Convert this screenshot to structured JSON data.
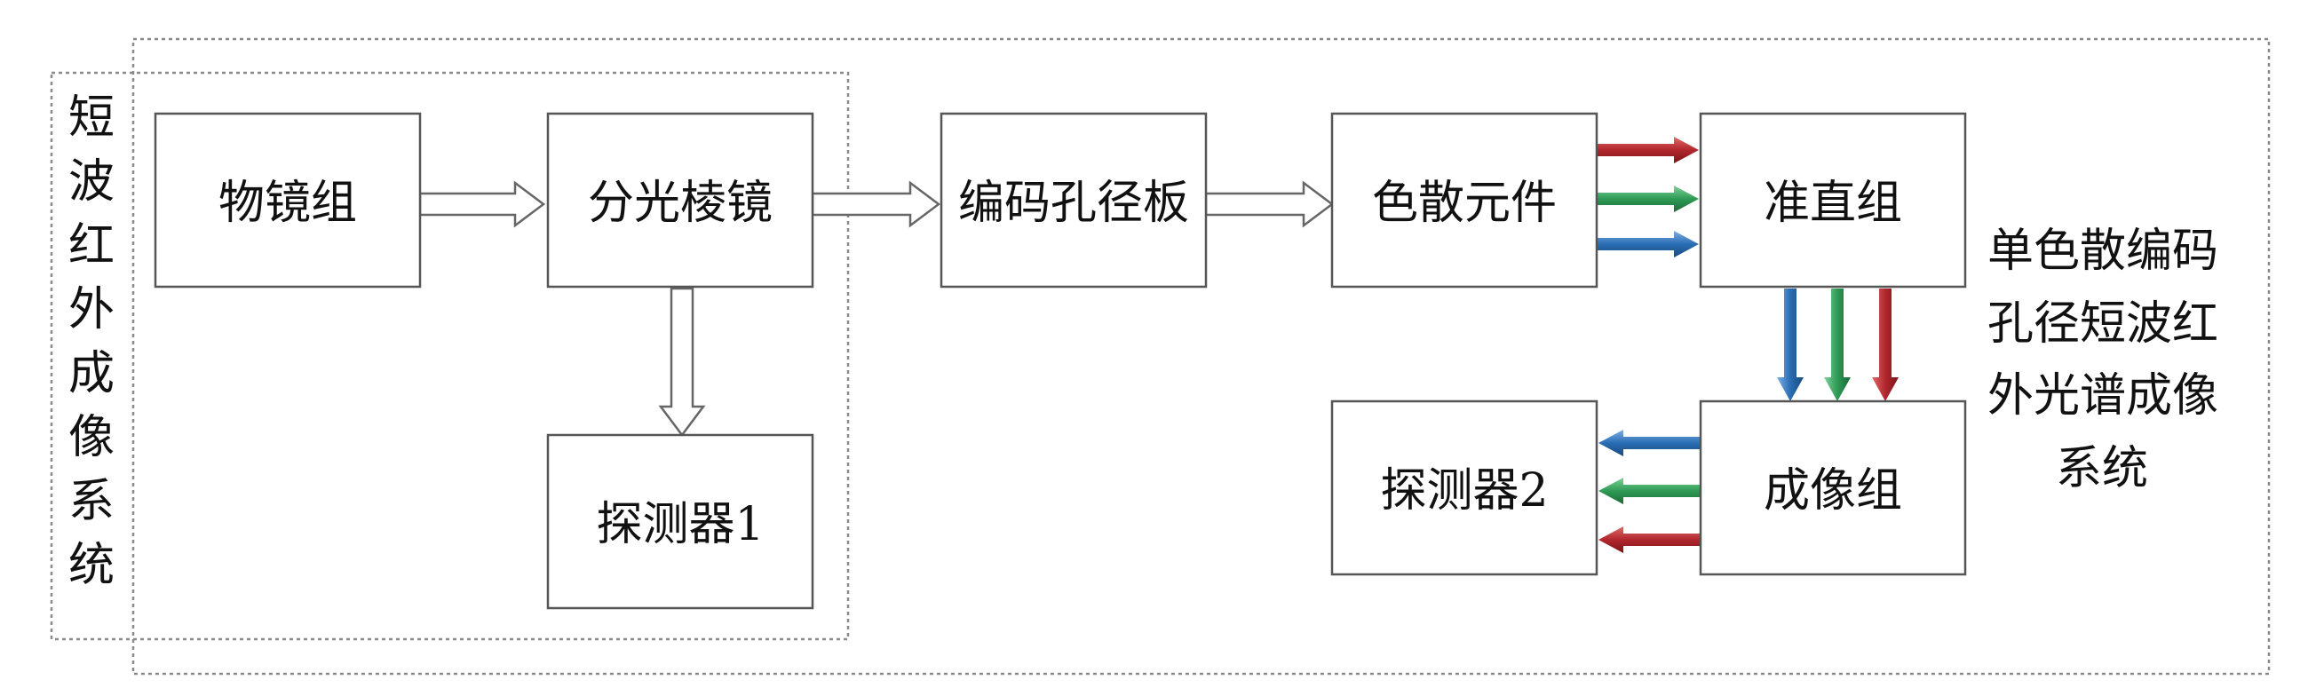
{
  "frames": {
    "swir_imaging_system": "短波红外成像系统",
    "coded_aperture_system": [
      "单色散编码",
      "孔径短波红",
      "外光谱成像",
      "系统"
    ]
  },
  "blocks": {
    "objective": "物镜组",
    "beam_splitter": "分光棱镜",
    "detector1": "探测器1",
    "coded_aperture": "编码孔径板",
    "dispersive": "色散元件",
    "collimator": "准直组",
    "imaging_group": "成像组",
    "detector2": "探测器2"
  },
  "colors": {
    "red": "#b0272d",
    "green": "#2e9a55",
    "blue": "#2a6db3"
  }
}
